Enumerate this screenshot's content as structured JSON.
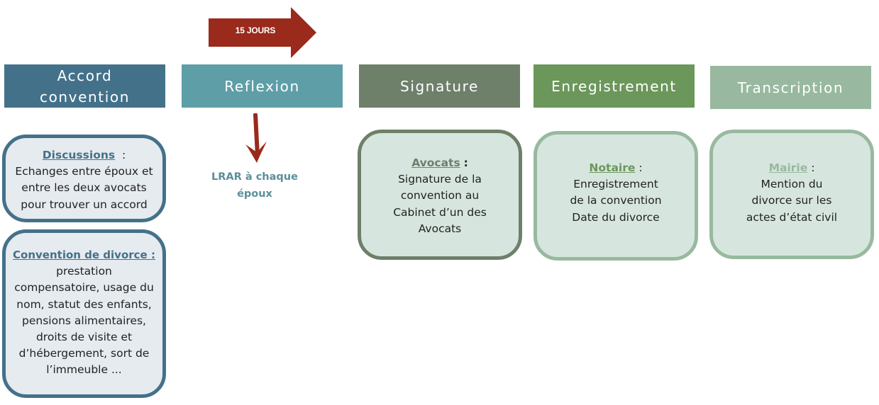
{
  "colors": {
    "accord": "#44718a",
    "reflexion": "#5e9ea7",
    "signature": "#6e7f6a",
    "enregistrement": "#6b975b",
    "transcription": "#98b99f",
    "arrow_red": "#9a2a1b",
    "card_blue_bg": "#e6ebef",
    "card_green_bg": "#d6e6de",
    "lrar_text": "#5b8f9a"
  },
  "timeline_arrow": {
    "label": "15 JOURS"
  },
  "headers": {
    "accord": [
      "Accord",
      "convention"
    ],
    "reflexion": "Reflexion",
    "signature": "Signature",
    "enregistrement": "Enregistrement",
    "transcription": "Transcription"
  },
  "discussions": {
    "title": "Discussions",
    "colon": ":",
    "lines": [
      "Echanges entre époux et",
      "entre les deux avocats",
      "pour trouver un accord"
    ]
  },
  "convention_divorce": {
    "title": "Convention de divorce :",
    "lines": [
      "prestation",
      "compensatoire, usage du",
      "nom, statut des enfants,",
      "pensions alimentaires,",
      "droits de visite et",
      "d’hébergement, sort de",
      "l’immeuble ..."
    ]
  },
  "lrar": {
    "lines": [
      "LRAR à chaque",
      "époux"
    ]
  },
  "avocats": {
    "title": "Avocats",
    "colon": ":",
    "lines": [
      "Signature de la",
      "convention au",
      "Cabinet d’un des",
      "Avocats"
    ]
  },
  "notaire": {
    "title": "Notaire",
    "colon": ":",
    "lines": [
      "Enregistrement",
      "de la convention",
      "Date du divorce"
    ]
  },
  "mairie": {
    "title": "Mairie",
    "colon": ":",
    "lines": [
      "Mention du",
      "divorce sur les",
      "actes d’état civil"
    ]
  }
}
